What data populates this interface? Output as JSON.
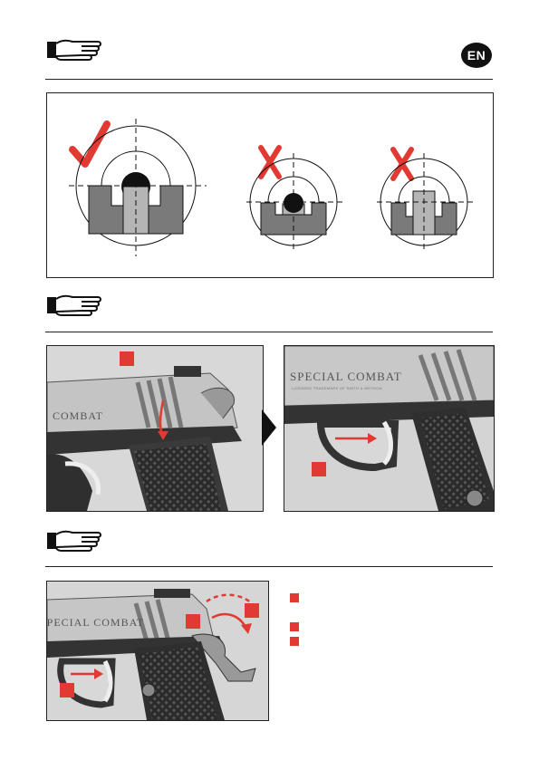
{
  "header": {
    "language_code": "EN"
  },
  "section1": {
    "sights": [
      {
        "mark": "check",
        "verdict": "correct"
      },
      {
        "mark": "cross",
        "verdict": "incorrect"
      },
      {
        "mark": "cross",
        "verdict": "incorrect"
      }
    ]
  },
  "section2": {
    "left_photo": {
      "brand_name": "COMBAT",
      "brand_sub": ""
    },
    "right_photo": {
      "brand_name": "SPECIAL COMBAT",
      "brand_sub": "LICENSED TRADEMARK OF SMITH & WESSON"
    }
  },
  "section3": {
    "photo": {
      "brand_name": "SPECIAL COMBAT"
    },
    "legend": [
      {
        "label": ""
      },
      {
        "label": ""
      },
      {
        "label": ""
      }
    ]
  },
  "colors": {
    "accent_red": "#e03a32",
    "sight_gray": "#7a7a7a",
    "blade_gray": "#b5b5b5"
  },
  "icons": [
    "hand-pointing-icon",
    "check-icon",
    "cross-icon",
    "arrow-right-icon",
    "chevron-right-icon"
  ]
}
